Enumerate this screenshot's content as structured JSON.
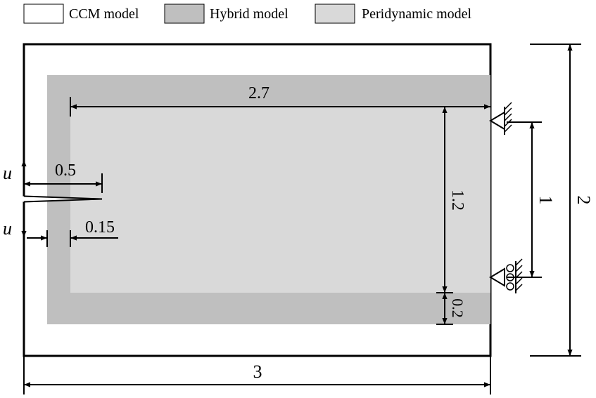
{
  "legend": {
    "items": [
      {
        "label": "CCM model",
        "color": "#ffffff"
      },
      {
        "label": "Hybrid model",
        "color": "#bfbfbf"
      },
      {
        "label": "Peridynamic model",
        "color": "#d9d9d9"
      }
    ]
  },
  "dimensions": {
    "total_width": "3",
    "total_height": "2",
    "pd_width": "2.7",
    "pd_height": "1.2",
    "hybrid_thickness": "0.2",
    "support_spacing": "1",
    "crack_length": "0.5",
    "hybrid_offset": "0.15"
  },
  "loads": {
    "upper": "u",
    "lower": "u"
  },
  "colors": {
    "hybrid": "#bfbfbf",
    "peridynamic": "#d9d9d9",
    "ccm": "#ffffff",
    "line": "#000000"
  }
}
